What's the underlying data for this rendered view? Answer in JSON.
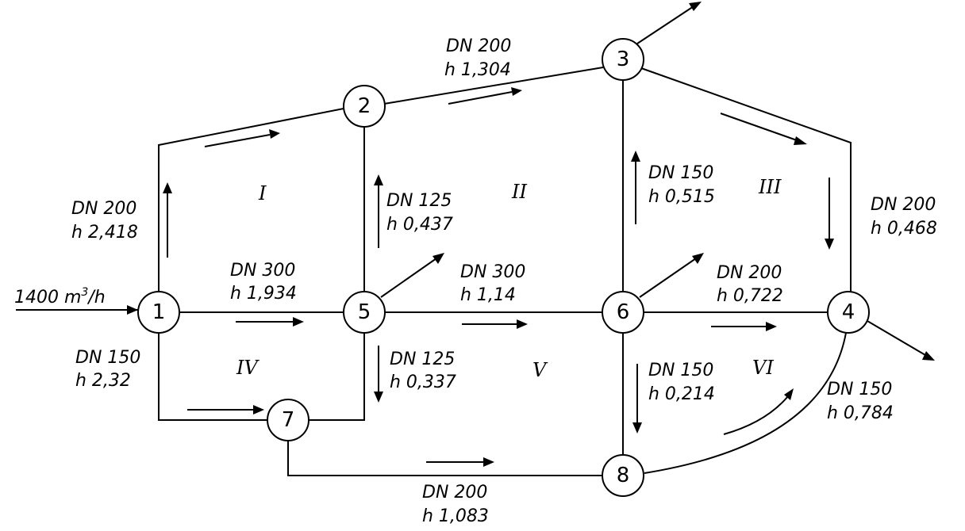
{
  "nodes": [
    {
      "id": "1",
      "label": "1"
    },
    {
      "id": "2",
      "label": "2"
    },
    {
      "id": "3",
      "label": "3"
    },
    {
      "id": "4",
      "label": "4"
    },
    {
      "id": "5",
      "label": "5"
    },
    {
      "id": "6",
      "label": "6"
    },
    {
      "id": "7",
      "label": "7"
    },
    {
      "id": "8",
      "label": "8"
    }
  ],
  "pipes": {
    "p1_2": {
      "dn": "DN 200",
      "h": "h 2,418"
    },
    "p2_3": {
      "dn": "DN 200",
      "h": "h 1,304"
    },
    "p2_5": {
      "dn": "DN 125",
      "h": "h 0,437"
    },
    "p3_6": {
      "dn": "DN 150",
      "h": "h 0,515"
    },
    "p3_4": {
      "dn": "DN 200",
      "h": "h 0,468"
    },
    "p1_5": {
      "dn": "DN 300",
      "h": "h 1,934"
    },
    "p5_6": {
      "dn": "DN 300",
      "h": "h 1,14"
    },
    "p6_4": {
      "dn": "DN 200",
      "h": "h 0,722"
    },
    "p1_7": {
      "dn": "DN 150",
      "h": "h 2,32"
    },
    "p5_7": {
      "dn": "DN 125",
      "h": "h 0,337"
    },
    "p6_8": {
      "dn": "DN 150",
      "h": "h 0,214"
    },
    "p8_4": {
      "dn": "DN 150",
      "h": "h 0,784"
    },
    "p7_8": {
      "dn": "DN 200",
      "h": "h 1,083"
    }
  },
  "inflow": {
    "value": "1400 m",
    "sup": "3",
    "unit": "/h"
  },
  "loops": [
    "I",
    "II",
    "III",
    "IV",
    "V",
    "VI"
  ]
}
